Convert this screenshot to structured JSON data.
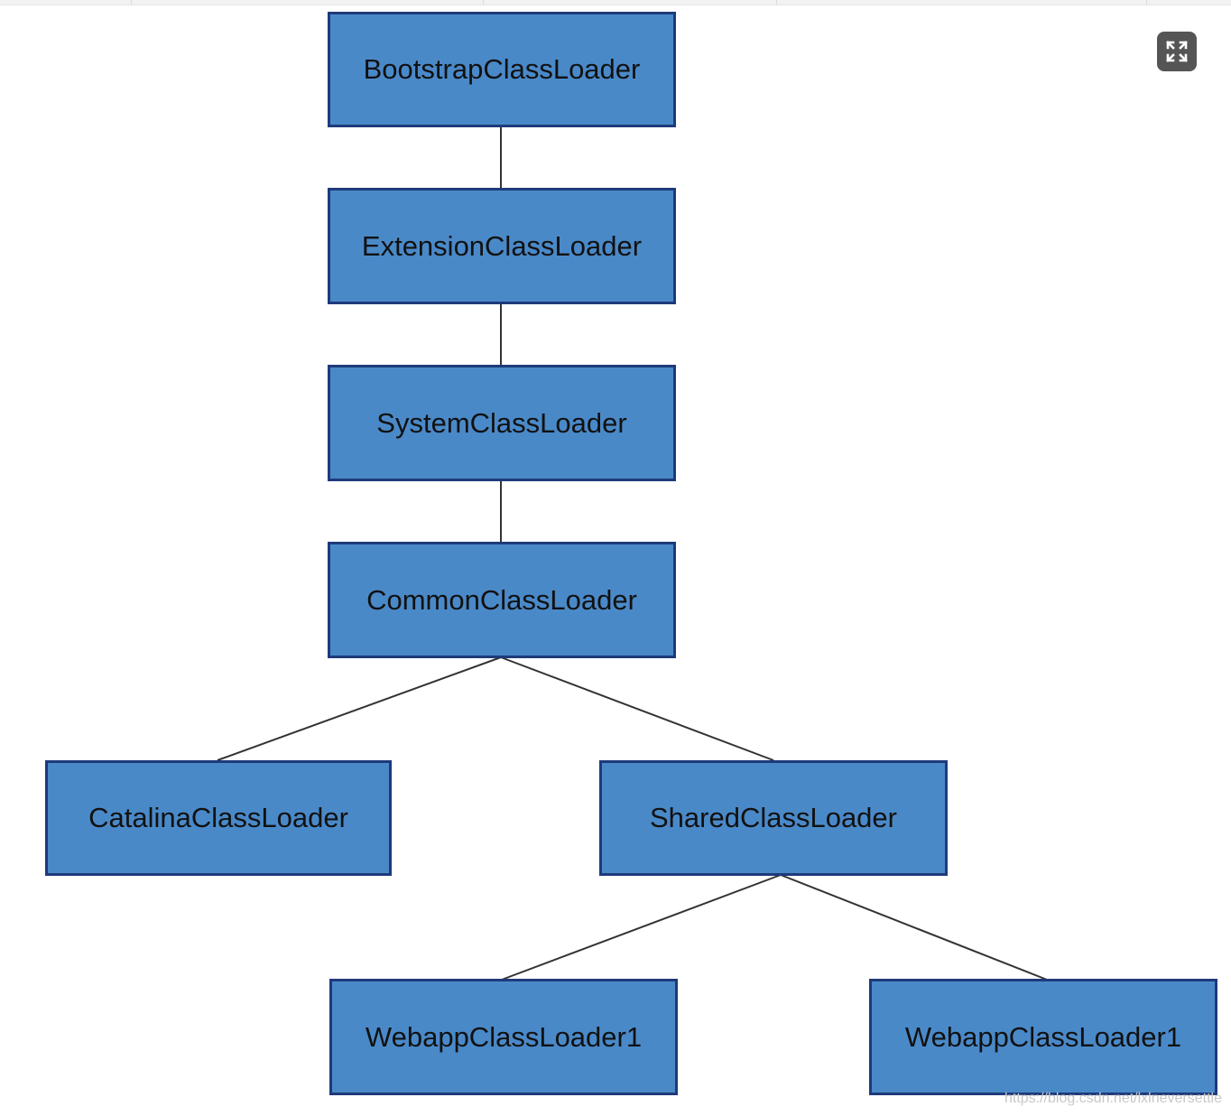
{
  "diagram": {
    "nodes": [
      {
        "id": "bootstrap",
        "label": "BootstrapClassLoader"
      },
      {
        "id": "extension",
        "label": "ExtensionClassLoader"
      },
      {
        "id": "system",
        "label": "SystemClassLoader"
      },
      {
        "id": "common",
        "label": "CommonClassLoader"
      },
      {
        "id": "catalina",
        "label": "CatalinaClassLoader"
      },
      {
        "id": "shared",
        "label": "SharedClassLoader"
      },
      {
        "id": "webapp-a",
        "label": "WebappClassLoader1"
      },
      {
        "id": "webapp-b",
        "label": "WebappClassLoader1"
      }
    ],
    "edges": [
      {
        "from": "bootstrap",
        "to": "extension"
      },
      {
        "from": "extension",
        "to": "system"
      },
      {
        "from": "system",
        "to": "common"
      },
      {
        "from": "common",
        "to": "catalina"
      },
      {
        "from": "common",
        "to": "shared"
      },
      {
        "from": "shared",
        "to": "webapp-a"
      },
      {
        "from": "shared",
        "to": "webapp-b"
      }
    ],
    "colors": {
      "node_fill": "#4a89c8",
      "node_border": "#1e3a7a",
      "edge": "#333333"
    }
  },
  "controls": {
    "expand_icon": "fullscreen-icon"
  },
  "watermark": "https://blog.csdn.net/lxlneversettle"
}
